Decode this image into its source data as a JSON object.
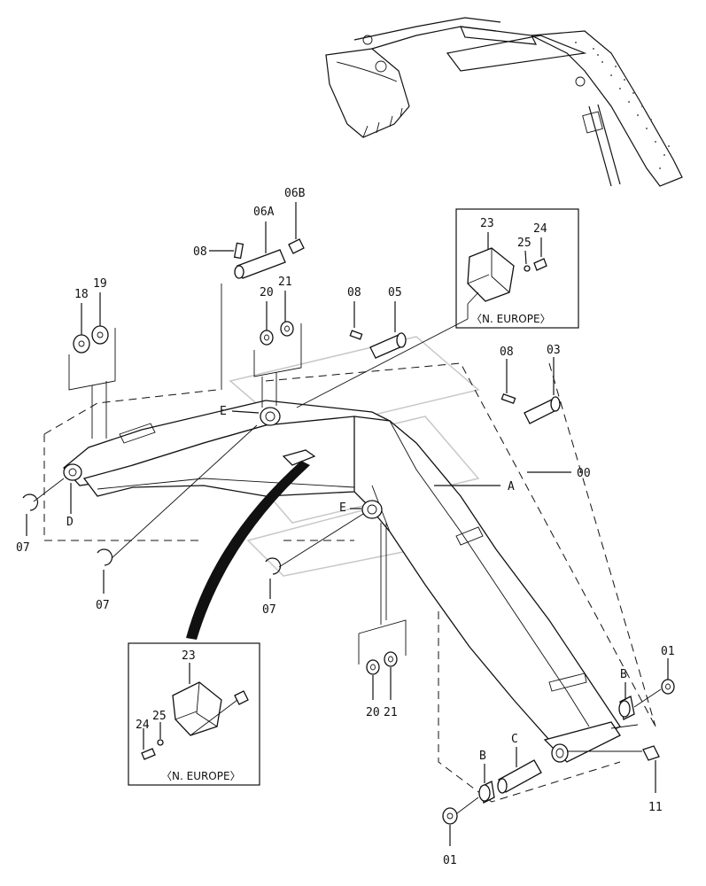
{
  "labels": {
    "l00": "00",
    "l01a": "01",
    "l01b": "01",
    "l03": "03",
    "l05": "05",
    "l06A": "06A",
    "l06B": "06B",
    "l07a": "07",
    "l07b": "07",
    "l07c": "07",
    "l08a": "08",
    "l08b": "08",
    "l08c": "08",
    "l11": "11",
    "l18": "18",
    "l19": "19",
    "l20a": "20",
    "l20b": "20",
    "l21a": "21",
    "l21b": "21",
    "l23a": "23",
    "l23b": "23",
    "l24a": "24",
    "l24b": "24",
    "l25a": "25",
    "l25b": "25",
    "lA": "A",
    "lBa": "B",
    "lBb": "B",
    "lC": "C",
    "lD": "D",
    "lEa": "E",
    "lEb": "E"
  },
  "notes": {
    "europe_top": "〈N. EUROPE〉",
    "europe_bottom": "〈N. EUROPE〉"
  }
}
